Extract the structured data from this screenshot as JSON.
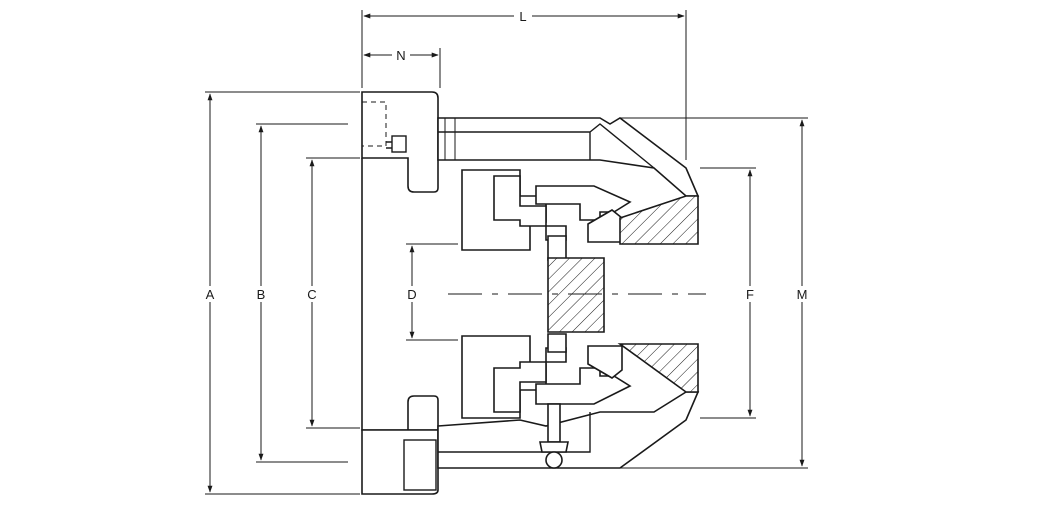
{
  "diagram": {
    "dimension_labels": {
      "A": "A",
      "B": "B",
      "C": "C",
      "D": "D",
      "F": "F",
      "M": "M",
      "L": "L",
      "N": "N"
    }
  }
}
